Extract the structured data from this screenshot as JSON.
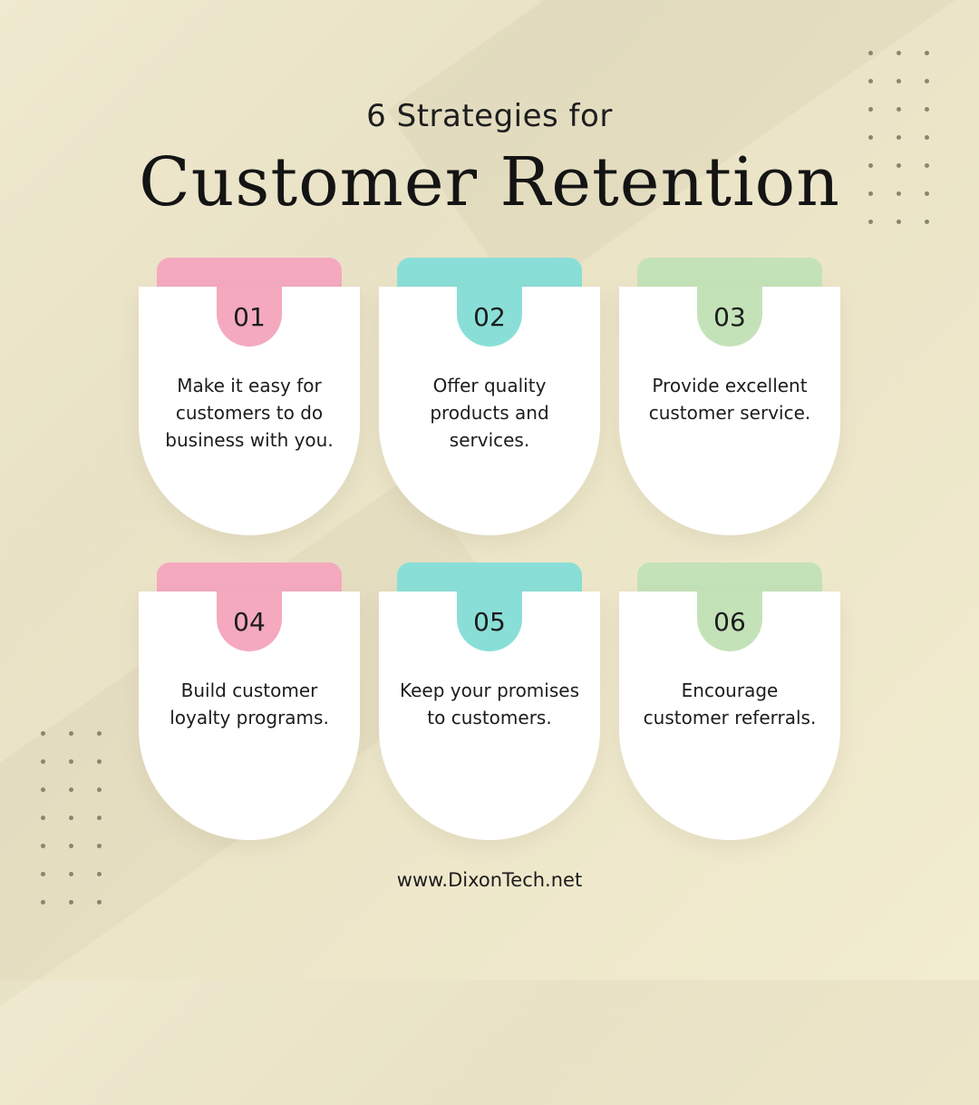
{
  "header": {
    "subtitle": "6 Strategies for",
    "title": "Customer Retention"
  },
  "strategies": [
    {
      "number": "01",
      "text": "Make it easy for customers to do business with you.",
      "color": "#f4a9bf"
    },
    {
      "number": "02",
      "text": "Offer quality products and services.",
      "color": "#89dfd7"
    },
    {
      "number": "03",
      "text": "Provide excellent customer service.",
      "color": "#c4e2b8"
    },
    {
      "number": "04",
      "text": "Build customer loyalty programs.",
      "color": "#f4a9bf"
    },
    {
      "number": "05",
      "text": "Keep your promises to customers.",
      "color": "#89dfd7"
    },
    {
      "number": "06",
      "text": "Encourage customer referrals.",
      "color": "#c4e2b8"
    }
  ],
  "footer": {
    "website": "www.DixonTech.net"
  },
  "colors": {
    "background": "#ece5c8",
    "pink": "#f4a9bf",
    "teal": "#89dfd7",
    "green": "#c4e2b8"
  }
}
